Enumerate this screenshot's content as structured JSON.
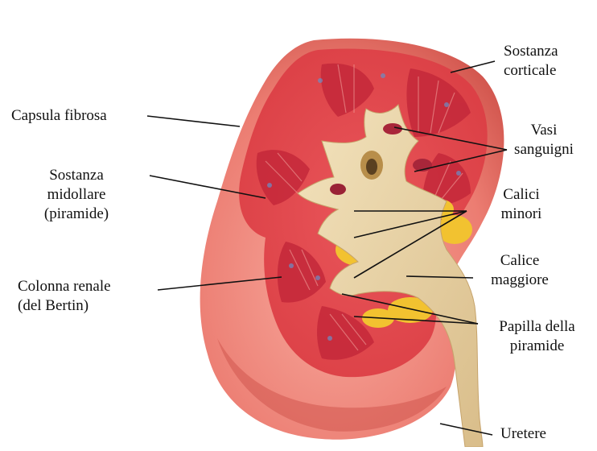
{
  "labels": {
    "capsula_fibrosa": [
      "Capsula fibrosa"
    ],
    "sostanza_midollare": [
      "Sostanza",
      "midollare",
      "(piramide)"
    ],
    "colonna_renale": [
      "Colonna renale",
      "(del Bertin)"
    ],
    "sostanza_corticale": [
      "Sostanza",
      "corticale"
    ],
    "vasi_sanguigni": [
      "Vasi",
      "sanguigni"
    ],
    "calici_minori": [
      "Calici",
      "minori"
    ],
    "calice_maggiore": [
      "Calice",
      "maggiore"
    ],
    "papilla_piramide": [
      "Papilla della",
      "piramide"
    ],
    "uretere": [
      "Uretere"
    ]
  },
  "colors": {
    "capsule": "#f08a80",
    "cortex": "#e8555a",
    "medulla": "#c8303a",
    "pelvis": "#e8d4a8",
    "fat": "#f2c230",
    "line": "#111111"
  }
}
